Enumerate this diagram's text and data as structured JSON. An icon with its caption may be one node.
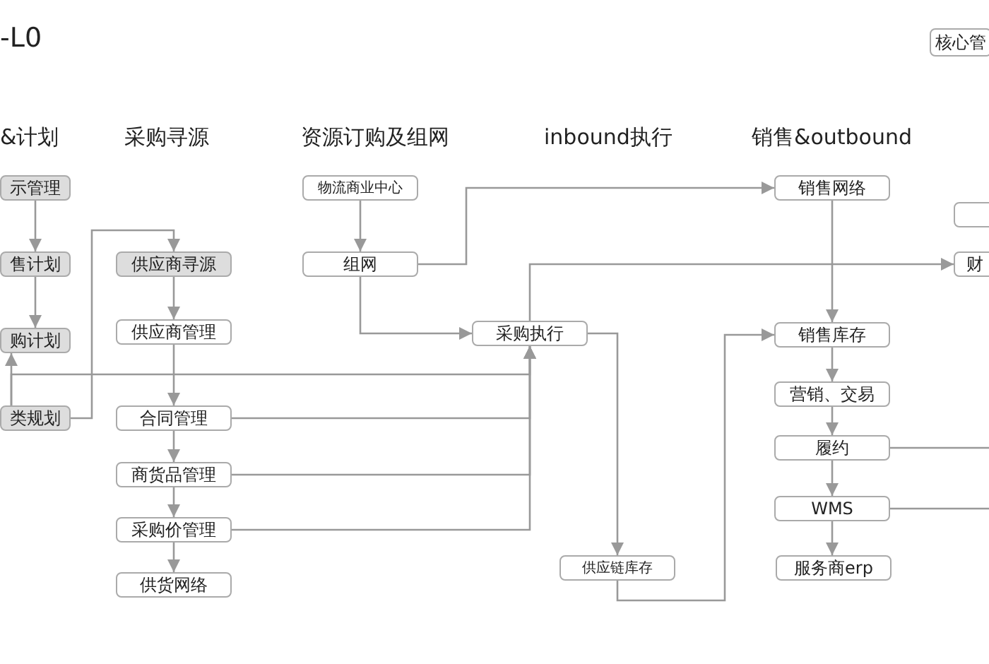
{
  "diagram": {
    "title": "-L0",
    "nodes": [
      {
        "text": [
          "核心管"
        ]
      },
      {
        "text": [
          "示管理"
        ]
      },
      {
        "text": [
          "售计划"
        ]
      },
      {
        "text": [
          "购计划"
        ]
      },
      {
        "text": [
          "类规划"
        ]
      },
      {
        "text": [
          "供应商寻源"
        ]
      },
      {
        "text": [
          "供应商管理"
        ]
      },
      {
        "text": [
          "合同管理"
        ]
      },
      {
        "text": [
          "商货品管理"
        ]
      },
      {
        "text": [
          "采购价管理"
        ]
      },
      {
        "text": [
          "供货网络"
        ]
      },
      {
        "text": [
          "物流商业中心"
        ]
      },
      {
        "text": [
          "组网"
        ]
      },
      {
        "text": [
          "采购执行"
        ]
      },
      {
        "text": [
          "供应链库存"
        ]
      },
      {
        "text": [
          "销售网络"
        ]
      },
      {
        "text": [
          "销售库存"
        ]
      },
      {
        "text": [
          "营销、交易"
        ]
      },
      {
        "text": [
          "履约"
        ]
      },
      {
        "text": [
          "WMS"
        ]
      },
      {
        "text": [
          "服务商erp"
        ]
      },
      {
        "text": [],
        "shape": "box"
      },
      {
        "text": [
          "财"
        ]
      }
    ],
    "edges": [
      {
        "from": 1,
        "to": 2,
        "arrow": "to"
      },
      {
        "from": 2,
        "to": 3,
        "arrow": "to"
      },
      {
        "from": 4,
        "to": 3,
        "arrow": "to"
      },
      {
        "from": 4,
        "to": 13,
        "arrow": "to"
      },
      {
        "from": 4,
        "to": 5,
        "arrow": "to"
      },
      {
        "from": 5,
        "to": 6,
        "arrow": "to"
      },
      {
        "from": 6,
        "to": 7,
        "arrow": "to"
      },
      {
        "from": 7,
        "to": 8,
        "arrow": "to"
      },
      {
        "from": 8,
        "to": 9,
        "arrow": "to"
      },
      {
        "from": 9,
        "to": 10,
        "arrow": "to"
      },
      {
        "from": 7,
        "to": 13,
        "arrow": "to"
      },
      {
        "from": 8,
        "to": 13,
        "arrow": "to"
      },
      {
        "from": 9,
        "to": 13,
        "arrow": "to"
      },
      {
        "from": 11,
        "to": 12,
        "arrow": "to"
      },
      {
        "from": 12,
        "to": 15,
        "arrow": "to"
      },
      {
        "from": 12,
        "to": 13,
        "arrow": "to"
      },
      {
        "from": 13,
        "to": 22,
        "arrow": "to"
      },
      {
        "from": 13,
        "to": 14,
        "arrow": "to"
      },
      {
        "from": 14,
        "to": 16,
        "arrow": "to"
      },
      {
        "from": 15,
        "to": 16,
        "arrow": "to"
      },
      {
        "from": 16,
        "to": 17,
        "arrow": "to"
      },
      {
        "from": 17,
        "to": 18,
        "arrow": "to"
      },
      {
        "from": 18,
        "to": 19,
        "arrow": "to"
      },
      {
        "from": 19,
        "to": 20,
        "arrow": "to"
      },
      {
        "from": 18,
        "to": null,
        "arrow": "none"
      },
      {
        "from": 19,
        "to": null,
        "arrow": "none"
      }
    ],
    "labels": [
      "&计划",
      "采购寻源",
      "资源订购及组网",
      "inbound执行",
      "销售&outbound"
    ]
  }
}
